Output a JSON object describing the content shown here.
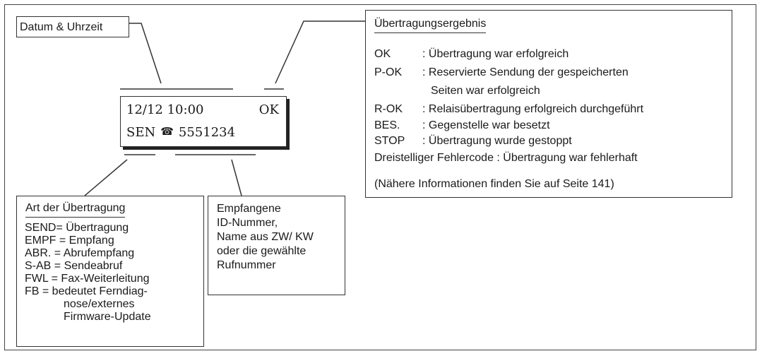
{
  "datetime_label": "Datum & Uhrzeit",
  "lcd": {
    "date": "12/12",
    "time": "10:00",
    "status": "OK",
    "mode": "SEN",
    "phone_icon": "☎",
    "number": "5551234"
  },
  "result": {
    "title": "Übertragungsergebnis",
    "rows": [
      {
        "code": "OK",
        "desc": ": Übertragung war erfolgreich"
      },
      {
        "code": "P-OK",
        "desc": ": Reservierte Sendung der gespeicherten"
      },
      {
        "code": "",
        "desc": "Seiten war erfolgreich"
      },
      {
        "code": "R-OK",
        "desc": ": Relaisübertragung erfolgreich durchgeführt"
      },
      {
        "code": "BES.",
        "desc": ": Gegenstelle war besetzt"
      },
      {
        "code": "STOP",
        "desc": ": Übertragung wurde gestoppt"
      }
    ],
    "error_line": "Dreistelliger  Fehlercode : Übertragung war fehlerhaft",
    "note": "(Nähere Informationen finden Sie auf Seite 141)"
  },
  "type": {
    "title": "Art der Übertragung",
    "lines": [
      "SEND= Übertragung",
      "EMPF = Empfang",
      "ABR. = Abrufempfang",
      "S-AB = Sendeabruf",
      "FWL = Fax-Weiterleitung",
      "FB = bedeutet Ferndiag-",
      "nose/externes",
      "Firmware-Update"
    ]
  },
  "id_box": {
    "lines": [
      "Empfangene",
      "ID-Nummer,",
      "Name aus ZW/ KW",
      "oder die gewählte",
      "Rufnummer"
    ]
  }
}
